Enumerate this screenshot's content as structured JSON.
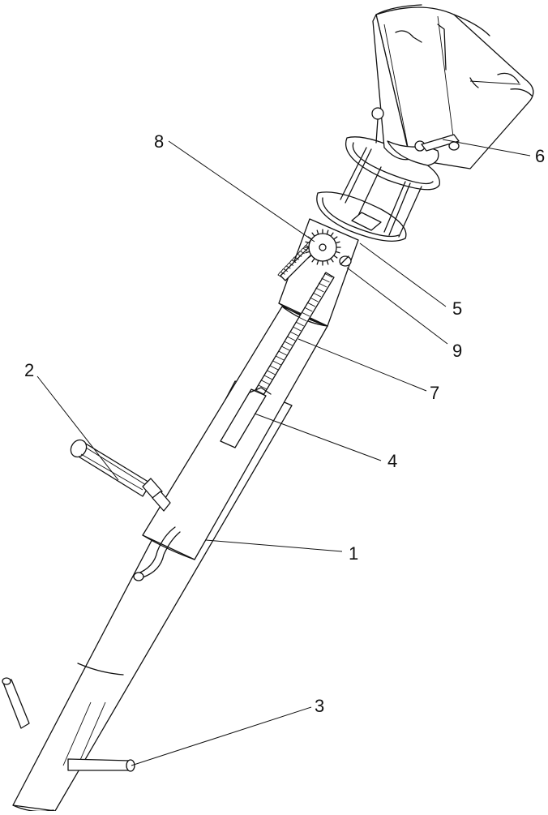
{
  "colors": {
    "ink": "#111111",
    "paper": "#ffffff"
  },
  "labels": [
    {
      "id": "label-1",
      "text": "1"
    },
    {
      "id": "label-2",
      "text": "2"
    },
    {
      "id": "label-3",
      "text": "3"
    },
    {
      "id": "label-4",
      "text": "4"
    },
    {
      "id": "label-5",
      "text": "5"
    },
    {
      "id": "label-6",
      "text": "6"
    },
    {
      "id": "label-7",
      "text": "7"
    },
    {
      "id": "label-8",
      "text": "8"
    },
    {
      "id": "label-9",
      "text": "9"
    }
  ]
}
